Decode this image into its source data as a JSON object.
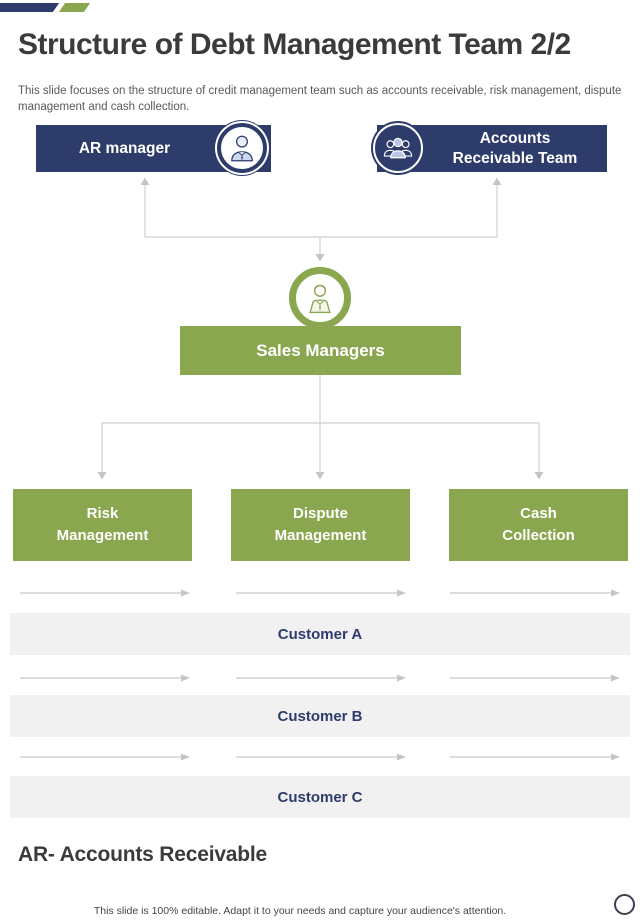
{
  "slide": {
    "title": "Structure of Debt Management Team 2/2",
    "subtitle": "This slide focuses on the structure of credit management team such as accounts receivable, risk management, dispute management and cash collection.",
    "definition_heading": "AR- Accounts Receivable",
    "footer_note": "This slide is 100% editable. Adapt it to your needs and capture your audience's attention."
  },
  "org_chart": {
    "ar_manager": {
      "label": "AR manager",
      "icon": "manager-person-icon"
    },
    "ar_team": {
      "line1": "Accounts",
      "line2": "Receivable Team",
      "icon": "team-group-icon"
    },
    "sales_managers": {
      "label": "Sales Managers",
      "icon": "salesperson-icon"
    },
    "departments": [
      {
        "line1": "Risk",
        "line2": "Management"
      },
      {
        "line1": "Dispute",
        "line2": "Management"
      },
      {
        "line1": "Cash",
        "line2": "Collection"
      }
    ],
    "customers": [
      {
        "label": "Customer A"
      },
      {
        "label": "Customer B"
      },
      {
        "label": "Customer C"
      }
    ]
  },
  "colors": {
    "navy": "#2e3c6b",
    "green": "#8aa64f",
    "customer_bar_bg": "#f1f1f2",
    "connector_gray": "#cdd0d1",
    "title_text": "#3b3b3b",
    "body_text": "#595959"
  }
}
